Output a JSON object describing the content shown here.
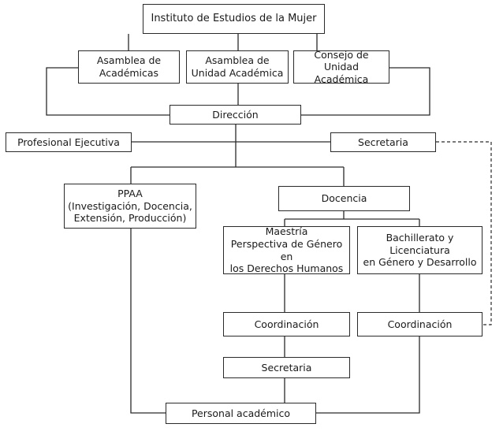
{
  "diagram": {
    "nodes": {
      "instituto": "Instituto de Estudios de la Mujer",
      "asamblea_academicas": "Asamblea de\nAcadémicas",
      "asamblea_unidad": "Asamblea de\nUnidad Académica",
      "consejo": "Consejo de Unidad\nAcadémica",
      "direccion": "Dirección",
      "profesional": "Profesional Ejecutiva",
      "secretaria_top": "Secretaria",
      "ppaa": "PPAA\n(Investigación, Docencia,\nExtensión, Producción)",
      "docencia": "Docencia",
      "maestria": "Maestría\nPerspectiva de Género en\nlos Derechos Humanos",
      "bachillerato": "Bachillerato y Licenciatura\nen Género y Desarrollo",
      "coordinacion_left": "Coordinación",
      "coordinacion_right": "Coordinación",
      "secretaria_bottom": "Secretaria",
      "personal": "Personal académico"
    }
  }
}
